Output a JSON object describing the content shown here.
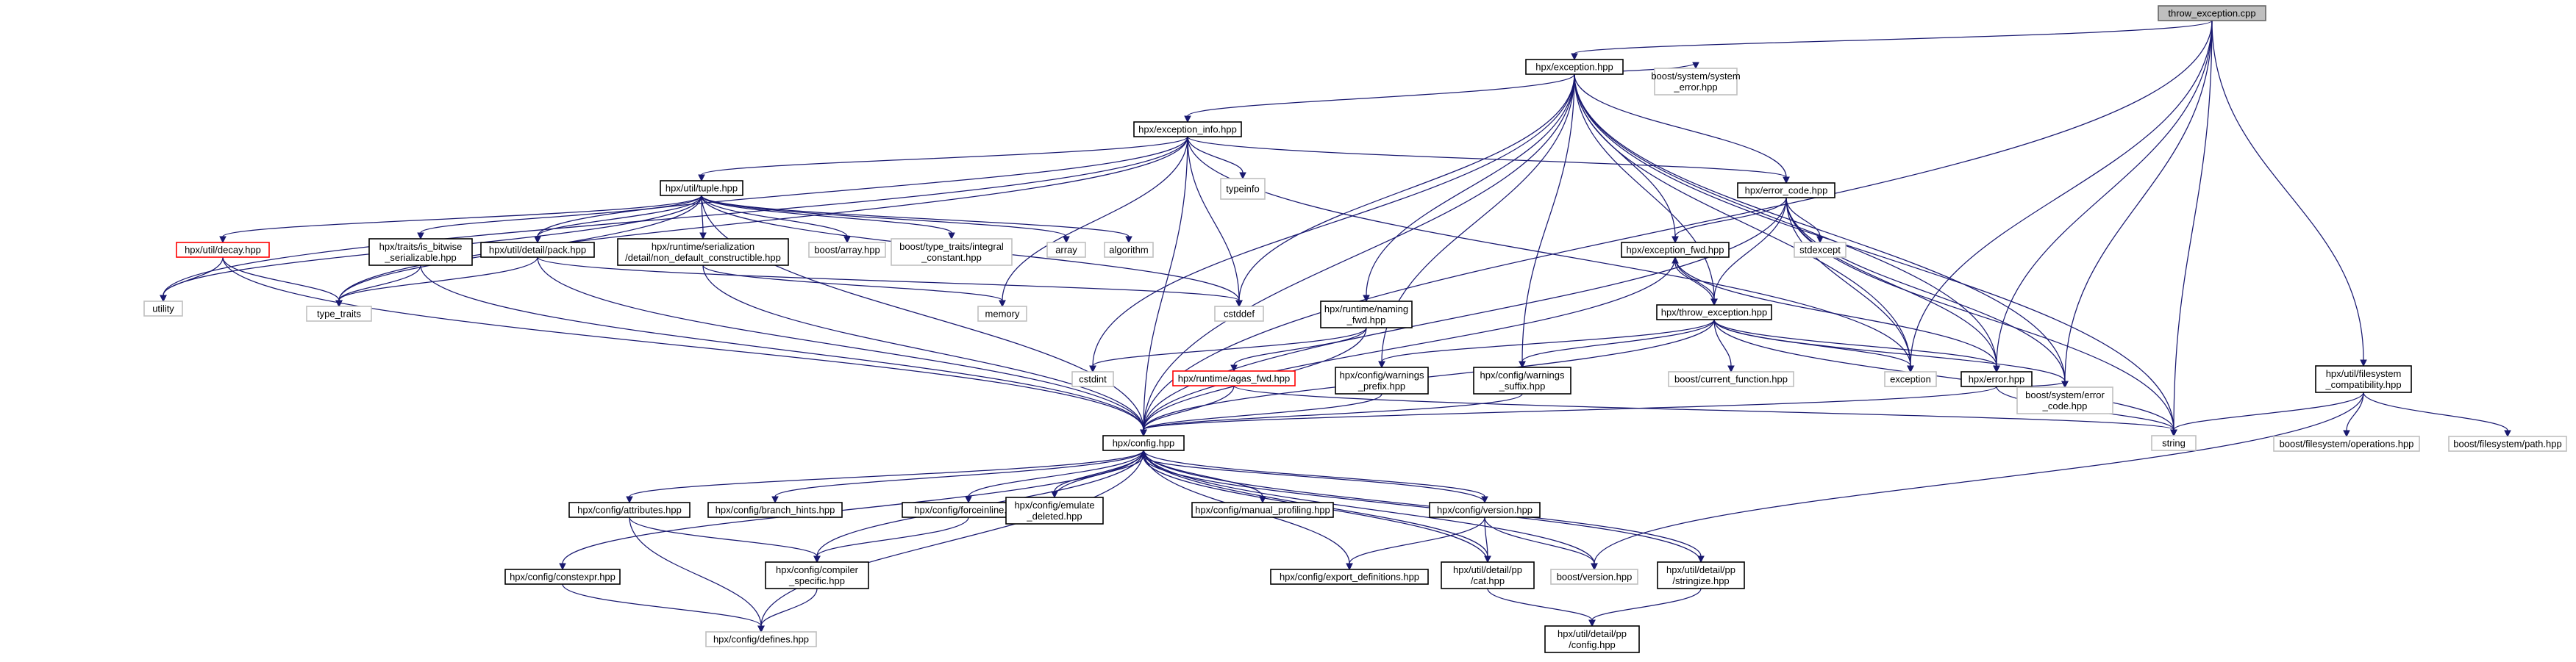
{
  "title": "throw_exception.cpp",
  "colors": {
    "edge": "#191970",
    "border_default": "#000000",
    "border_root": "#666666",
    "fill_root": "#bfbfbf",
    "border_external": "#bfbfbf",
    "border_undocumented": "#ff0000",
    "text": "#000000"
  },
  "nodes": [
    {
      "id": "root",
      "lines": [
        "throw_exception.cpp"
      ],
      "style": "root"
    },
    {
      "id": "exception_hpp",
      "lines": [
        "hpx/exception.hpp"
      ],
      "style": "doc"
    },
    {
      "id": "boost_system_error",
      "lines": [
        "boost/system/system",
        "_error.hpp"
      ],
      "style": "external"
    },
    {
      "id": "exception_info",
      "lines": [
        "hpx/exception_info.hpp"
      ],
      "style": "doc"
    },
    {
      "id": "error_code",
      "lines": [
        "hpx/error_code.hpp"
      ],
      "style": "doc"
    },
    {
      "id": "tuple",
      "lines": [
        "hpx/util/tuple.hpp"
      ],
      "style": "doc"
    },
    {
      "id": "typeinfo",
      "lines": [
        "typeinfo"
      ],
      "style": "external"
    },
    {
      "id": "decay",
      "lines": [
        "hpx/util/decay.hpp"
      ],
      "style": "undoc"
    },
    {
      "id": "is_bitwise",
      "lines": [
        "hpx/traits/is_bitwise",
        "_serializable.hpp"
      ],
      "style": "doc"
    },
    {
      "id": "pack",
      "lines": [
        "hpx/util/detail/pack.hpp"
      ],
      "style": "doc"
    },
    {
      "id": "non_default",
      "lines": [
        "hpx/runtime/serialization",
        "/detail/non_default_constructible.hpp"
      ],
      "style": "doc"
    },
    {
      "id": "boost_array",
      "lines": [
        "boost/array.hpp"
      ],
      "style": "external"
    },
    {
      "id": "integral_constant",
      "lines": [
        "boost/type_traits/integral",
        "_constant.hpp"
      ],
      "style": "external"
    },
    {
      "id": "array",
      "lines": [
        "array"
      ],
      "style": "external"
    },
    {
      "id": "algorithm",
      "lines": [
        "algorithm"
      ],
      "style": "external"
    },
    {
      "id": "utility",
      "lines": [
        "utility"
      ],
      "style": "external"
    },
    {
      "id": "type_traits",
      "lines": [
        "type_traits"
      ],
      "style": "external"
    },
    {
      "id": "memory",
      "lines": [
        "memory"
      ],
      "style": "external"
    },
    {
      "id": "cstddef",
      "lines": [
        "cstddef"
      ],
      "style": "external"
    },
    {
      "id": "stdexcept",
      "lines": [
        "stdexcept"
      ],
      "style": "external"
    },
    {
      "id": "exception_fwd",
      "lines": [
        "hpx/exception_fwd.hpp"
      ],
      "style": "doc"
    },
    {
      "id": "throw_exception",
      "lines": [
        "hpx/throw_exception.hpp"
      ],
      "style": "doc"
    },
    {
      "id": "current_function",
      "lines": [
        "boost/current_function.hpp"
      ],
      "style": "external"
    },
    {
      "id": "naming_fwd",
      "lines": [
        "hpx/runtime/naming",
        "_fwd.hpp"
      ],
      "style": "doc"
    },
    {
      "id": "cstdint",
      "lines": [
        "cstdint"
      ],
      "style": "external"
    },
    {
      "id": "agas_fwd",
      "lines": [
        "hpx/runtime/agas_fwd.hpp"
      ],
      "style": "undoc"
    },
    {
      "id": "warnings_prefix",
      "lines": [
        "hpx/config/warnings",
        "_prefix.hpp"
      ],
      "style": "doc"
    },
    {
      "id": "warnings_suffix",
      "lines": [
        "hpx/config/warnings",
        "_suffix.hpp"
      ],
      "style": "doc"
    },
    {
      "id": "exception_std",
      "lines": [
        "exception"
      ],
      "style": "external"
    },
    {
      "id": "error_hpp",
      "lines": [
        "hpx/error.hpp"
      ],
      "style": "doc"
    },
    {
      "id": "boost_error_code",
      "lines": [
        "boost/system/error",
        "_code.hpp"
      ],
      "style": "external"
    },
    {
      "id": "string",
      "lines": [
        "string"
      ],
      "style": "external"
    },
    {
      "id": "filesystem_compat",
      "lines": [
        "hpx/util/filesystem",
        "_compatibility.hpp"
      ],
      "style": "doc"
    },
    {
      "id": "fs_operations",
      "lines": [
        "boost/filesystem/operations.hpp"
      ],
      "style": "external"
    },
    {
      "id": "fs_path",
      "lines": [
        "boost/filesystem/path.hpp"
      ],
      "style": "external"
    },
    {
      "id": "config",
      "lines": [
        "hpx/config.hpp"
      ],
      "style": "doc"
    },
    {
      "id": "attributes",
      "lines": [
        "hpx/config/attributes.hpp"
      ],
      "style": "doc"
    },
    {
      "id": "branch_hints",
      "lines": [
        "hpx/config/branch_hints.hpp"
      ],
      "style": "doc"
    },
    {
      "id": "forceinline",
      "lines": [
        "hpx/config/forceinline.hpp"
      ],
      "style": "doc"
    },
    {
      "id": "emulate_deleted",
      "lines": [
        "hpx/config/emulate",
        "_deleted.hpp"
      ],
      "style": "doc"
    },
    {
      "id": "manual_profiling",
      "lines": [
        "hpx/config/manual_profiling.hpp"
      ],
      "style": "doc"
    },
    {
      "id": "config_version",
      "lines": [
        "hpx/config/version.hpp"
      ],
      "style": "doc"
    },
    {
      "id": "constexpr",
      "lines": [
        "hpx/config/constexpr.hpp"
      ],
      "style": "doc"
    },
    {
      "id": "compiler_specific",
      "lines": [
        "hpx/config/compiler",
        "_specific.hpp"
      ],
      "style": "doc"
    },
    {
      "id": "export_definitions",
      "lines": [
        "hpx/config/export_definitions.hpp"
      ],
      "style": "doc"
    },
    {
      "id": "pp_cat",
      "lines": [
        "hpx/util/detail/pp",
        "/cat.hpp"
      ],
      "style": "doc"
    },
    {
      "id": "boost_version",
      "lines": [
        "boost/version.hpp"
      ],
      "style": "external"
    },
    {
      "id": "pp_stringize",
      "lines": [
        "hpx/util/detail/pp",
        "/stringize.hpp"
      ],
      "style": "doc"
    },
    {
      "id": "defines",
      "lines": [
        "hpx/config/defines.hpp"
      ],
      "style": "external"
    },
    {
      "id": "pp_config",
      "lines": [
        "hpx/util/detail/pp",
        "/config.hpp"
      ],
      "style": "doc"
    }
  ]
}
